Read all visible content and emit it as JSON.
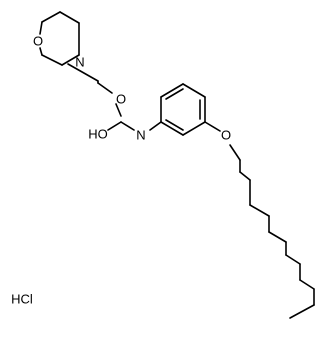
{
  "molecule": {
    "atom_labels": {
      "morpholine_oxygen": "O",
      "morpholine_nitrogen": "N",
      "ester_oxygen": "O",
      "hydroxyl": "HO",
      "amide_nitrogen": "N",
      "aryl_ether_oxygen": "O"
    },
    "salt": "HCl"
  }
}
